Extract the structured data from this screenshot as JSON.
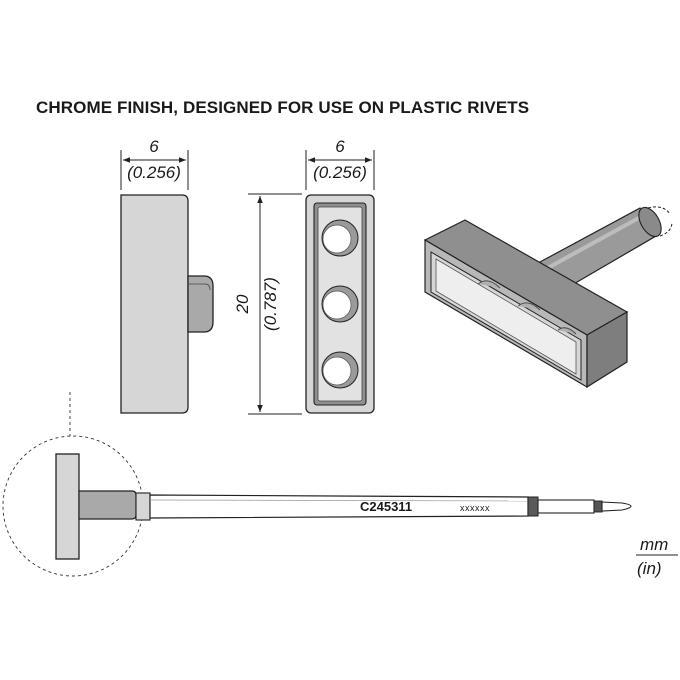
{
  "title": "CHROME FINISH, DESIGNED FOR USE ON PLASTIC RIVETS",
  "dimensions": {
    "width_left": {
      "mm": "6",
      "in": "(0.256)"
    },
    "width_right": {
      "mm": "6",
      "in": "(0.256)"
    },
    "height": {
      "mm": "20",
      "in": "(0.787)"
    }
  },
  "tip": {
    "part_number": "C245311",
    "batch_code": "xxxxxx"
  },
  "units": {
    "primary": "mm",
    "secondary": "(in)"
  },
  "colors": {
    "body_fill": "#d4d4d4",
    "dark_fill": "#8c8c8c",
    "line": "#222222"
  }
}
